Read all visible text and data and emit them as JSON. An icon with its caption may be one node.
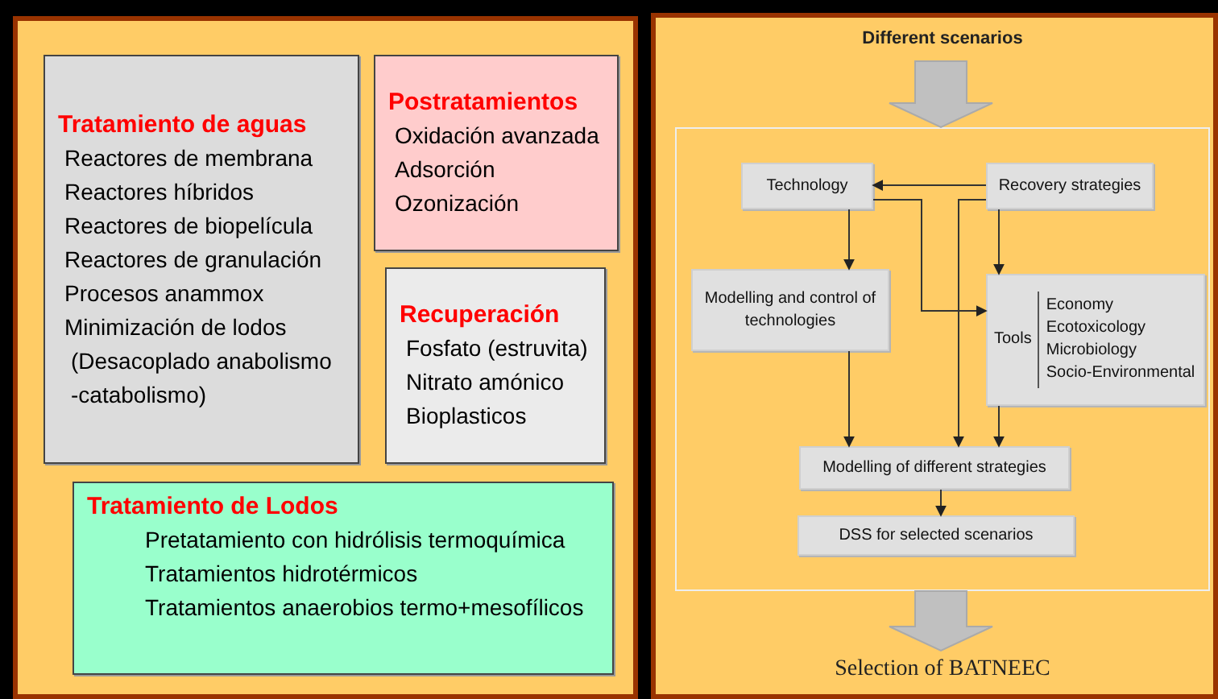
{
  "diagram": {
    "nodes": [
      {
        "text": [],
        "shape": "box"
      },
      {
        "text": [
          "Tratamiento de aguas",
          "Reactores de membrana",
          "Reactores híbridos",
          "Reactores de biopelícula",
          "Reactores de granulación",
          "Procesos anammox",
          "Minimización de lodos",
          "(Desacoplado anabolismo -catabolismo)"
        ],
        "in": 0
      },
      {
        "text": [
          "Postratamientos",
          "Oxidación avanzada",
          "Adsorción",
          "Ozonización"
        ],
        "in": 0
      },
      {
        "text": [
          "Recuperación",
          "Fosfato (estruvita)",
          "Nitrato amónico",
          "Bioplasticos"
        ],
        "in": 0
      },
      {
        "text": [
          "Tratamiento de Lodos",
          "Pretatamiento con hidrólisis termoquímica",
          "Tratamientos hidrotérmicos",
          "Tratamientos anaerobios termo+mesofílicos"
        ],
        "in": 0
      },
      {
        "text": [],
        "shape": "box"
      },
      {
        "text": [
          "Different scenarios"
        ],
        "in": 5
      },
      {
        "text": [],
        "shape": "box",
        "in": 5
      },
      {
        "text": [
          "Technology"
        ],
        "in": 7
      },
      {
        "text": [
          "Recovery strategies"
        ],
        "in": 7
      },
      {
        "text": [
          "Modelling and control of technologies"
        ],
        "in": 7
      },
      {
        "text": [
          "Tools",
          "Economy",
          "Ecotoxicology",
          "Microbiology",
          "Socio-Environmental"
        ],
        "in": 7
      },
      {
        "text": [
          "Modelling of different strategies"
        ],
        "in": 7
      },
      {
        "text": [
          "DSS for selected scenarios"
        ],
        "in": 7
      },
      {
        "text": [
          "Selection of BATNEEC"
        ],
        "in": 5
      }
    ],
    "edges": [
      {
        "from": 6,
        "to": 7,
        "arrow": "to",
        "style": "thick"
      },
      {
        "from": 9,
        "to": 8,
        "arrow": "to"
      },
      {
        "from": 8,
        "to": 11,
        "arrow": "to"
      },
      {
        "from": 8,
        "to": 10,
        "arrow": "to"
      },
      {
        "from": 9,
        "to": 11,
        "arrow": "to"
      },
      {
        "from": 9,
        "to": 12,
        "arrow": "to"
      },
      {
        "from": 10,
        "to": 12,
        "arrow": "to"
      },
      {
        "from": 11,
        "to": 12,
        "arrow": "to"
      },
      {
        "from": 12,
        "to": 13,
        "arrow": "to"
      },
      {
        "from": 7,
        "to": 14,
        "arrow": "to",
        "style": "thick"
      }
    ]
  }
}
